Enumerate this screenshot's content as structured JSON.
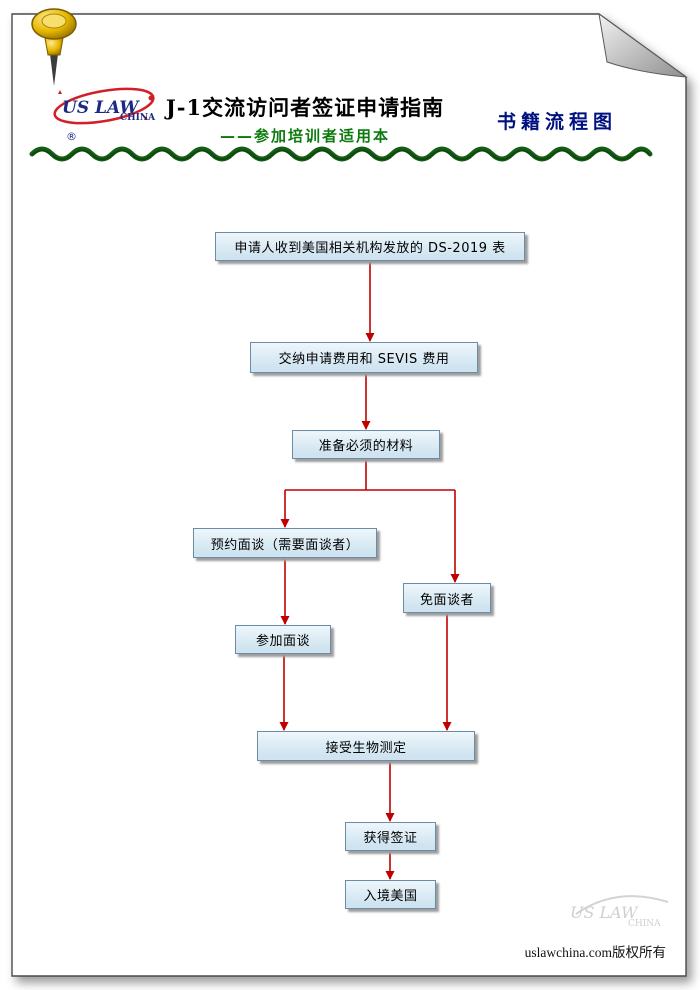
{
  "header": {
    "title": "J-1交流访问者签证申请指南",
    "subtitle": "——参加培训者适用本",
    "badge": "书籍流程图",
    "logo": {
      "name1": "US LAW",
      "name2": "CHINA",
      "reg": "®"
    }
  },
  "flow": {
    "nodes": [
      {
        "label": "申请人收到美国相关机构发放的 DS-2019 表"
      },
      {
        "label": "交纳申请费用和 SEVIS 费用"
      },
      {
        "label": "准备必须的材料"
      },
      {
        "label": "预约面谈（需要面谈者）"
      },
      {
        "label": "免面谈者"
      },
      {
        "label": "参加面谈"
      },
      {
        "label": "接受生物测定"
      },
      {
        "label": "获得签证"
      },
      {
        "label": "入境美国"
      }
    ]
  },
  "footer": {
    "copyright": "uslawchina.com版权所有",
    "watermark1": "US LAW",
    "watermark2": "CHINA"
  },
  "colors": {
    "arrow_red": "#c00000",
    "box_fill": "#cfe4f0",
    "box_border": "#6b8ca6",
    "badge_blue": "#00127f",
    "subtitle_green": "#0c7a0c",
    "divider_green": "#155c15",
    "logo_red": "#d22027",
    "logo_blue": "#1b2a80"
  }
}
